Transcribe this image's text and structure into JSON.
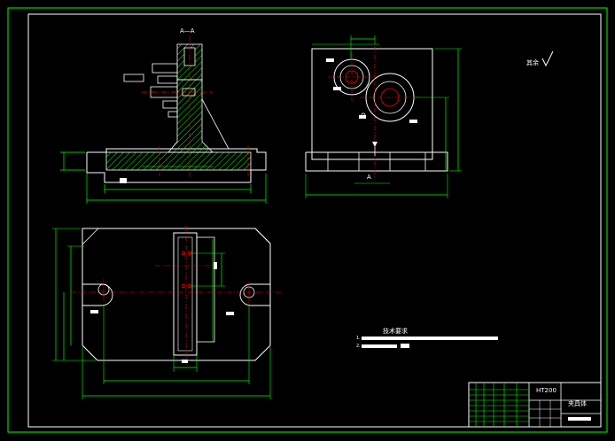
{
  "section_label": "A—A",
  "section_arrow_label": "A",
  "roughness_note": "其余",
  "technical_requirements": {
    "title": "技术要求",
    "items": [
      "1.",
      "2."
    ]
  },
  "title_block": {
    "material": "HT200",
    "part_name": "夹具体"
  },
  "colors": {
    "background": "#000000",
    "outline": "#ffffff",
    "dimension": "#00ff00",
    "centerline": "#ff0000",
    "hatch": "#00ff00",
    "frame": "#00ff00"
  }
}
